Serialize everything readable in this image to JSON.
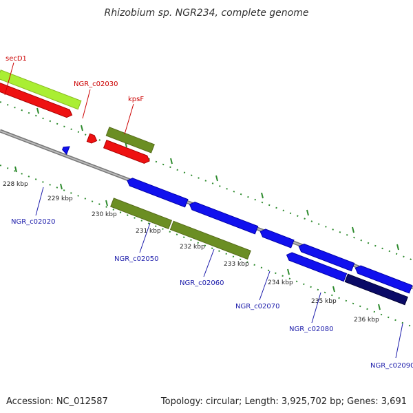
{
  "title": "Rhizobium sp. NGR234, complete genome",
  "footer": {
    "accession": "Accession: NC_012587",
    "summary": "Topology: circular; Length: 3,925,702 bp; Genes: 3,691"
  },
  "ticks": [
    "228 kbp",
    "229 kbp",
    "230 kbp",
    "231 kbp",
    "232 kbp",
    "233 kbp",
    "234 kbp",
    "235 kbp",
    "236 kbp"
  ],
  "labels": {
    "red": [
      "secD1",
      "NGR_c02030",
      "kpsF"
    ],
    "blue": [
      "NGR_c02020",
      "NGR_c02050",
      "NGR_c02060",
      "NGR_c02070",
      "NGR_c02080",
      "NGR_c02090"
    ]
  },
  "colors": {
    "background": "#ffffff",
    "backbone": "#888888",
    "tick": "#2e8b2e",
    "label_red": "#cc0000",
    "label_blue": "#1a1aaa",
    "gene_red": "#ee1111",
    "gene_blue": "#1111ee",
    "gene_navy": "#0a0a66",
    "gene_olive": "#6b8e23",
    "gene_lime": "#aaee33"
  }
}
